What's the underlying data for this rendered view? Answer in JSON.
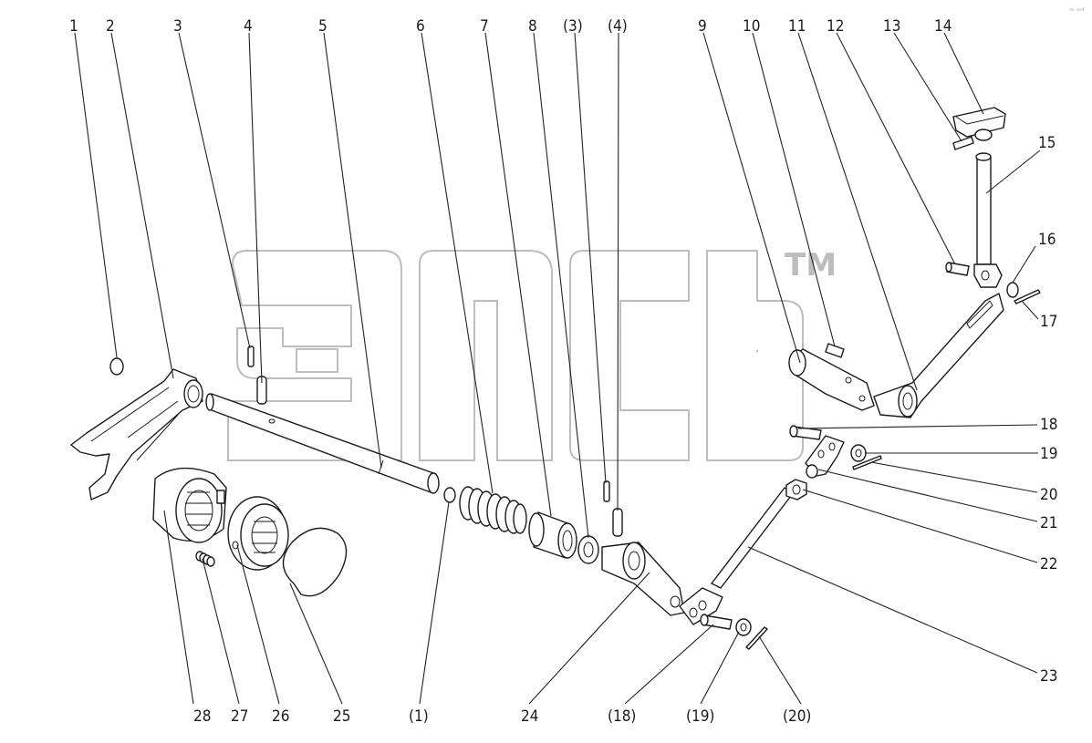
{
  "watermark": {
    "trademark": "TM"
  },
  "corner_mark": "ᵈᵒ ᵃᵘᵈ",
  "callouts": {
    "c1": "1",
    "c2": "2",
    "c3": "3",
    "c4": "4",
    "c5": "5",
    "c6": "6",
    "c7": "7",
    "c8": "8",
    "c3p": "(3)",
    "c4p": "(4)",
    "c9": "9",
    "c10": "10",
    "c11": "11",
    "c12": "12",
    "c13": "13",
    "c14": "14",
    "c15": "15",
    "c16": "16",
    "c17": "17",
    "c18": "18",
    "c19": "19",
    "c20": "20",
    "c21": "21",
    "c22": "22",
    "c23": "23",
    "c24": "24",
    "c25": "25",
    "c26": "26",
    "c27": "27",
    "c28": "28",
    "c1p": "(1)",
    "c18p": "(18)",
    "c19p": "(19)",
    "c20p": "(20)"
  }
}
